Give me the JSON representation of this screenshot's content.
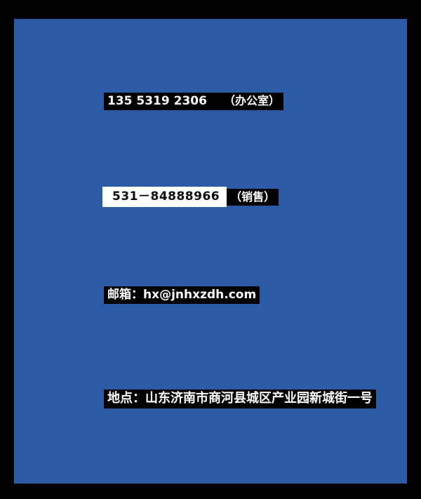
{
  "page": {
    "background_color": "#2b5aa6",
    "frame_color": "#000000"
  },
  "contact": {
    "office_phone": "135 5319 2306",
    "office_label": "（办公室）",
    "sales_phone": "531－84888966",
    "sales_label": "（销售）",
    "email": "邮箱：hx@jnhxzdh.com",
    "address": "地点：山东济南市商河县城区产业园新城街一号"
  }
}
